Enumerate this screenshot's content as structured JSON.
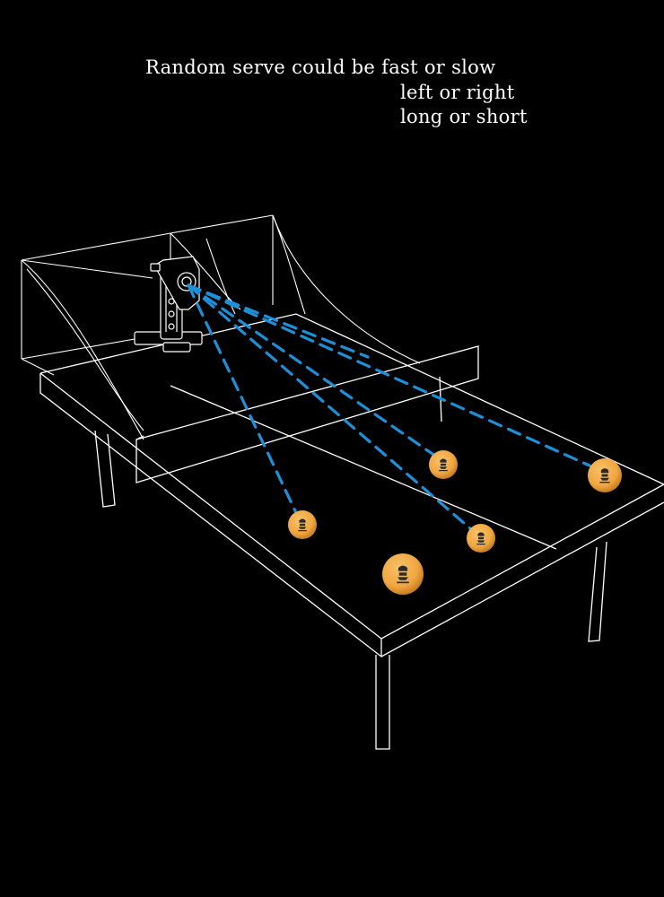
{
  "caption": {
    "line1": "Random serve could be fast or slow",
    "line2": "left or right",
    "line3": "long or short"
  },
  "colors": {
    "background": "#000000",
    "outline": "#ffffff",
    "trajectory": "#1e90d8",
    "ball": "#f0a640",
    "ball_logo": "#2a2a2a"
  },
  "icons": [
    "ping-pong-robot-icon",
    "ball-logo-icon"
  ]
}
